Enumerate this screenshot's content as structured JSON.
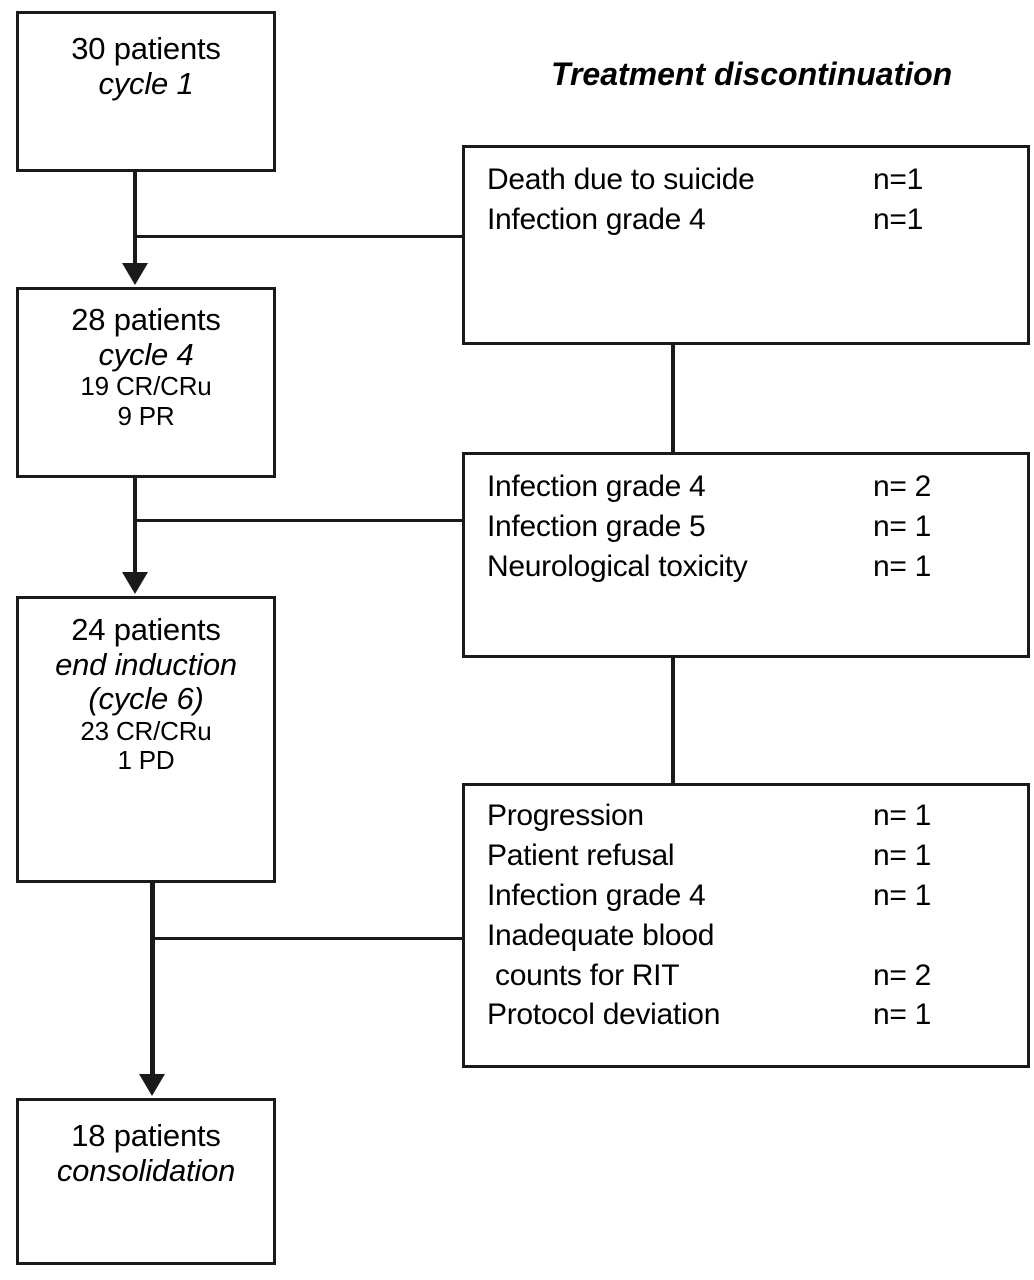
{
  "diagram": {
    "title": "Treatment discontinuation",
    "type": "flowchart"
  },
  "flow_boxes": [
    {
      "id": "box-cycle-1",
      "lines": [
        {
          "text": "30 patients",
          "style": "big"
        },
        {
          "text": "cycle 1",
          "style": "italic"
        }
      ]
    },
    {
      "id": "box-cycle-4",
      "lines": [
        {
          "text": "28 patients",
          "style": "big"
        },
        {
          "text": "cycle 4",
          "style": "italic"
        },
        {
          "text": "19 CR/CRu",
          "style": "small"
        },
        {
          "text": "9 PR",
          "style": "small"
        }
      ]
    },
    {
      "id": "box-end-induction",
      "lines": [
        {
          "text": "24 patients",
          "style": "big"
        },
        {
          "text": "end induction",
          "style": "italic"
        },
        {
          "text": "(cycle 6)",
          "style": "italic"
        },
        {
          "text": "23 CR/CRu",
          "style": "small"
        },
        {
          "text": "1 PD",
          "style": "small"
        }
      ]
    },
    {
      "id": "box-consolidation",
      "lines": [
        {
          "text": "18 patients",
          "style": "big"
        },
        {
          "text": "consolidation",
          "style": "italic"
        }
      ]
    }
  ],
  "discontinuation_boxes": [
    {
      "id": "discontinuation-1",
      "rows": [
        {
          "label": "Death due to suicide",
          "count": "n=1"
        },
        {
          "label": "Infection grade 4",
          "count": "n=1"
        }
      ]
    },
    {
      "id": "discontinuation-2",
      "rows": [
        {
          "label": "Infection grade 4",
          "count": "n= 2"
        },
        {
          "label": "Infection grade 5",
          "count": "n= 1"
        },
        {
          "label": "Neurological toxicity",
          "count": "n= 1"
        }
      ]
    },
    {
      "id": "discontinuation-3",
      "rows": [
        {
          "label": "Progression",
          "count": "n= 1"
        },
        {
          "label": "Patient refusal",
          "count": "n= 1"
        },
        {
          "label": "Infection grade 4",
          "count": "n= 1"
        },
        {
          "label": "Inadequate blood",
          "count": ""
        },
        {
          "label": " counts for RIT",
          "count": "n= 2"
        },
        {
          "label": "Protocol deviation",
          "count": "n= 1"
        }
      ]
    }
  ],
  "colors": {
    "stroke": "#1a1a1a",
    "background": "#ffffff"
  }
}
